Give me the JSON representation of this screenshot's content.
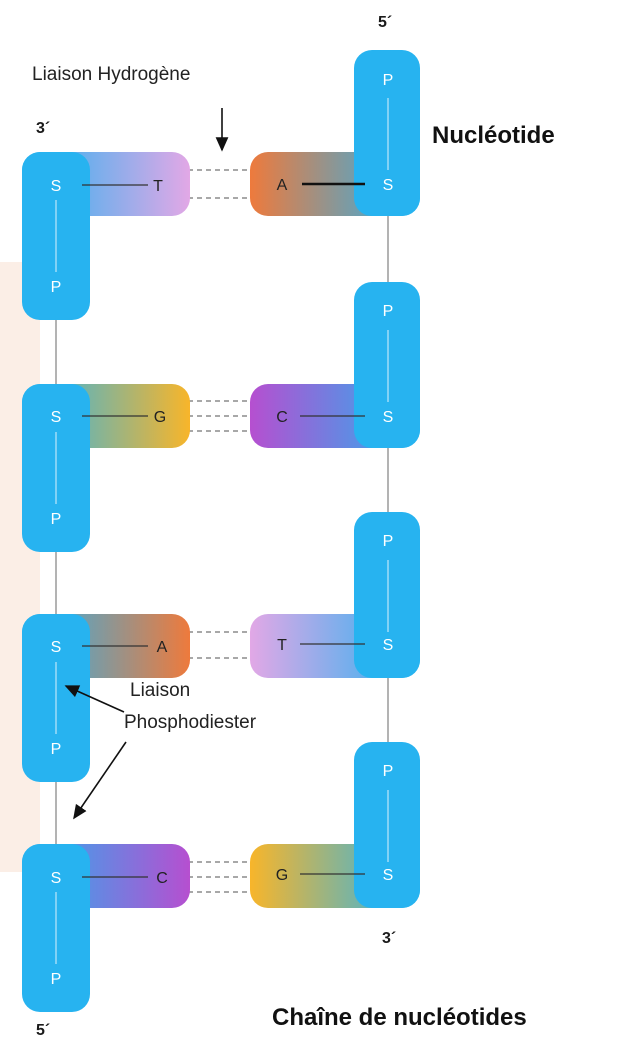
{
  "labels": {
    "five_prime_top": "5´",
    "three_prime_top": "3´",
    "three_prime_right_bottom": "3´",
    "five_prime_left_bottom": "5´",
    "hydrogen_bond": "Liaison Hydrogène",
    "nucleotide": "Nucléotide",
    "phosphodiester_line1": "Liaison",
    "phosphodiester_line2": "Phosphodiester",
    "chain": "Chaîne de nucléotides"
  },
  "sugar": "S",
  "phosphate": "P",
  "pairs": [
    {
      "left": "T",
      "right": "A"
    },
    {
      "left": "G",
      "right": "C"
    },
    {
      "left": "A",
      "right": "T"
    },
    {
      "left": "C",
      "right": "G"
    }
  ],
  "colors": {
    "backbone": "#27b3f0",
    "A": "#ee7a3c",
    "T": "#e2a8e6",
    "G": "#f8b52a",
    "C": "#b64fd0"
  }
}
